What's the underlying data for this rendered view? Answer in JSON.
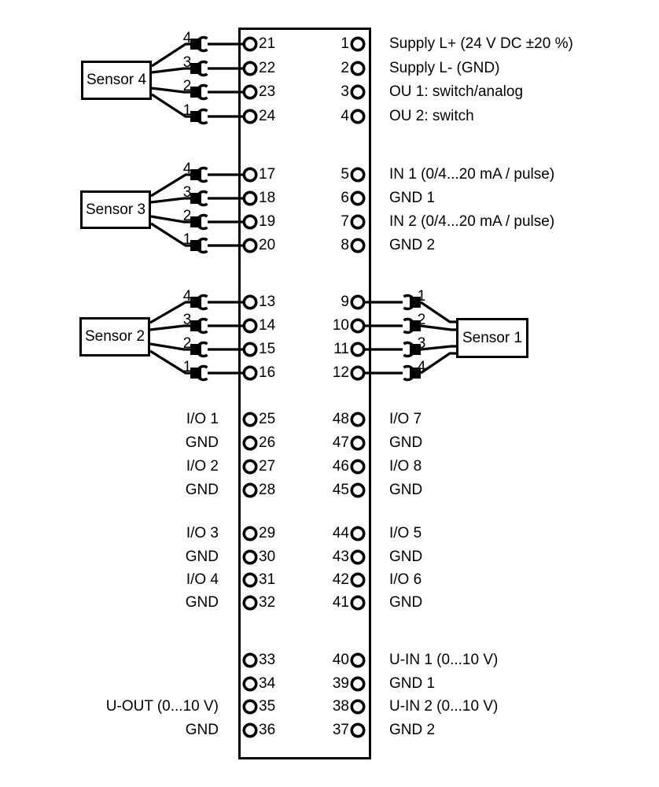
{
  "page": {
    "background": "#ffffff",
    "line_color": "#000000"
  },
  "connector_blocks": [
    {
      "rows": [
        {
          "left_pin": "21",
          "right_pin": "1",
          "right_label": "Supply L+ (24 V DC ±20 %)"
        },
        {
          "left_pin": "22",
          "right_pin": "2",
          "right_label": "Supply L- (GND)"
        },
        {
          "left_pin": "23",
          "right_pin": "3",
          "right_label": "OU 1: switch/analog"
        },
        {
          "left_pin": "24",
          "right_pin": "4",
          "right_label": "OU 2: switch"
        }
      ]
    },
    {
      "rows": [
        {
          "left_pin": "17",
          "right_pin": "5",
          "right_label": "IN 1 (0/4...20 mA / pulse)"
        },
        {
          "left_pin": "18",
          "right_pin": "6",
          "right_label": "GND 1"
        },
        {
          "left_pin": "19",
          "right_pin": "7",
          "right_label": "IN 2 (0/4...20 mA / pulse)"
        },
        {
          "left_pin": "20",
          "right_pin": "8",
          "right_label": "GND 2"
        }
      ]
    },
    {
      "rows": [
        {
          "left_pin": "13",
          "right_pin": "9"
        },
        {
          "left_pin": "14",
          "right_pin": "10"
        },
        {
          "left_pin": "15",
          "right_pin": "11"
        },
        {
          "left_pin": "16",
          "right_pin": "12"
        }
      ]
    },
    {
      "rows": [
        {
          "left_label": "I/O 1",
          "left_pin": "25",
          "right_pin": "48",
          "right_label": "I/O 7"
        },
        {
          "left_label": "GND",
          "left_pin": "26",
          "right_pin": "47",
          "right_label": "GND"
        },
        {
          "left_label": "I/O 2",
          "left_pin": "27",
          "right_pin": "46",
          "right_label": "I/O 8"
        },
        {
          "left_label": "GND",
          "left_pin": "28",
          "right_pin": "45",
          "right_label": "GND"
        }
      ]
    },
    {
      "rows": [
        {
          "left_label": "I/O 3",
          "left_pin": "29",
          "right_pin": "44",
          "right_label": "I/O 5"
        },
        {
          "left_label": "GND",
          "left_pin": "30",
          "right_pin": "43",
          "right_label": "GND"
        },
        {
          "left_label": "I/O 4",
          "left_pin": "31",
          "right_pin": "42",
          "right_label": "I/O 6"
        },
        {
          "left_label": "GND",
          "left_pin": "32",
          "right_pin": "41",
          "right_label": "GND"
        }
      ]
    },
    {
      "rows": [
        {
          "left_pin": "33",
          "right_pin": "40",
          "right_label": "U-IN 1 (0...10 V)"
        },
        {
          "left_pin": "34",
          "right_pin": "39",
          "right_label": "GND 1"
        },
        {
          "left_label": "U-OUT (0...10 V)",
          "left_pin": "35",
          "right_pin": "38",
          "right_label": "U-IN 2 (0...10 V)"
        },
        {
          "left_label": "GND",
          "left_pin": "36",
          "right_pin": "37",
          "right_label": "GND 2"
        }
      ]
    }
  ],
  "sensors": {
    "sensor4": {
      "label": "Sensor 4",
      "plug_numbers": [
        "4",
        "3",
        "2",
        "1"
      ]
    },
    "sensor3": {
      "label": "Sensor 3",
      "plug_numbers": [
        "4",
        "3",
        "2",
        "1"
      ]
    },
    "sensor2": {
      "label": "Sensor 2",
      "plug_numbers": [
        "4",
        "3",
        "2",
        "1"
      ]
    },
    "sensor1": {
      "label": "Sensor 1",
      "plug_numbers": [
        "1",
        "2",
        "3",
        "4"
      ]
    }
  }
}
